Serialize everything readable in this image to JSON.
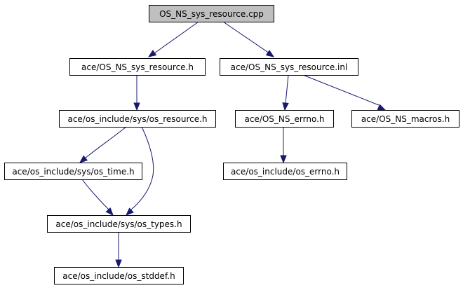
{
  "diagram": {
    "type": "include-dependency-graph",
    "colors": {
      "edge": "#191970",
      "root_fill": "#bfbfbf",
      "node_fill": "#ffffff",
      "border": "#000000"
    },
    "nodes": [
      {
        "id": "cpp",
        "label": "OS_NS_sys_resource.cpp",
        "root": true
      },
      {
        "id": "h",
        "label": "ace/OS_NS_sys_resource.h"
      },
      {
        "id": "inl",
        "label": "ace/OS_NS_sys_resource.inl"
      },
      {
        "id": "osres",
        "label": "ace/os_include/sys/os_resource.h"
      },
      {
        "id": "errnoh",
        "label": "ace/OS_NS_errno.h"
      },
      {
        "id": "macros",
        "label": "ace/OS_NS_macros.h"
      },
      {
        "id": "ostime",
        "label": "ace/os_include/sys/os_time.h"
      },
      {
        "id": "oserrno",
        "label": "ace/os_include/os_errno.h"
      },
      {
        "id": "ostypes",
        "label": "ace/os_include/sys/os_types.h"
      },
      {
        "id": "osstddef",
        "label": "ace/os_include/os_stddef.h"
      }
    ],
    "edges": [
      {
        "from": "cpp",
        "to": "h"
      },
      {
        "from": "cpp",
        "to": "inl"
      },
      {
        "from": "h",
        "to": "osres"
      },
      {
        "from": "inl",
        "to": "errnoh"
      },
      {
        "from": "inl",
        "to": "macros"
      },
      {
        "from": "osres",
        "to": "ostime"
      },
      {
        "from": "osres",
        "to": "ostypes"
      },
      {
        "from": "ostime",
        "to": "ostypes"
      },
      {
        "from": "errnoh",
        "to": "oserrno"
      },
      {
        "from": "ostypes",
        "to": "osstddef"
      }
    ]
  }
}
